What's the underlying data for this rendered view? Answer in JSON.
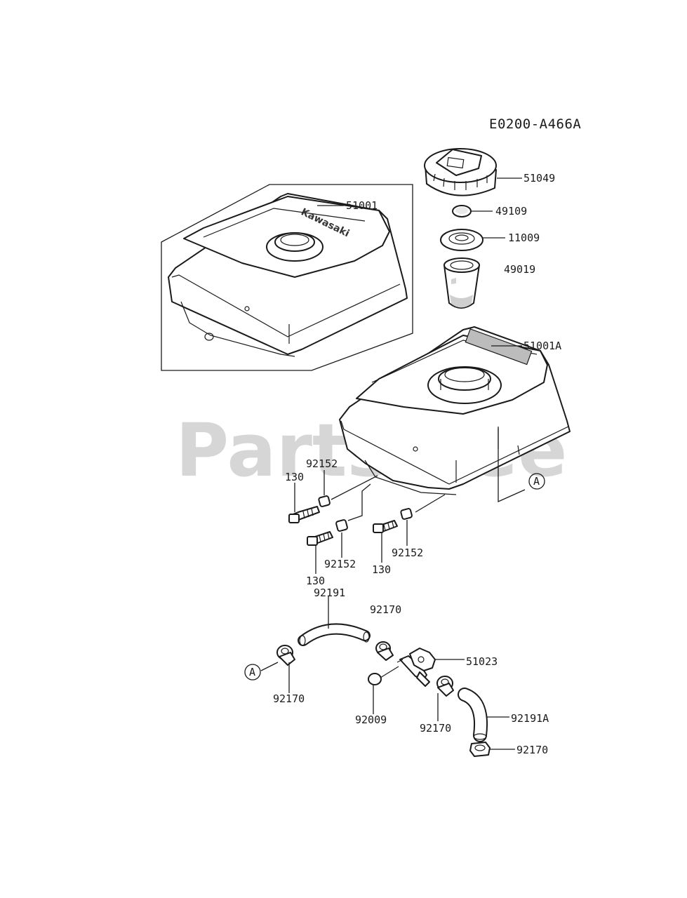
{
  "diagram_code": "E0200-A466A",
  "watermark": "PartsTree",
  "callouts": {
    "ref_a": "A"
  },
  "parts": {
    "p51049": "51049",
    "p49109": "49109",
    "p11009": "11009",
    "p49019": "49019",
    "p51001": "51001",
    "p51001a": "51001A",
    "p92152_a": "92152",
    "p92152_b": "92152",
    "p92152_c": "92152",
    "p130_a": "130",
    "p130_b": "130",
    "p130_c": "130",
    "p92191": "92191",
    "p92170_a": "92170",
    "p92170_b": "92170",
    "p92170_c": "92170",
    "p92170_d": "92170",
    "p51023": "51023",
    "p92009": "92009",
    "p92191a": "92191A"
  },
  "tank_branding": "Kawasaki"
}
